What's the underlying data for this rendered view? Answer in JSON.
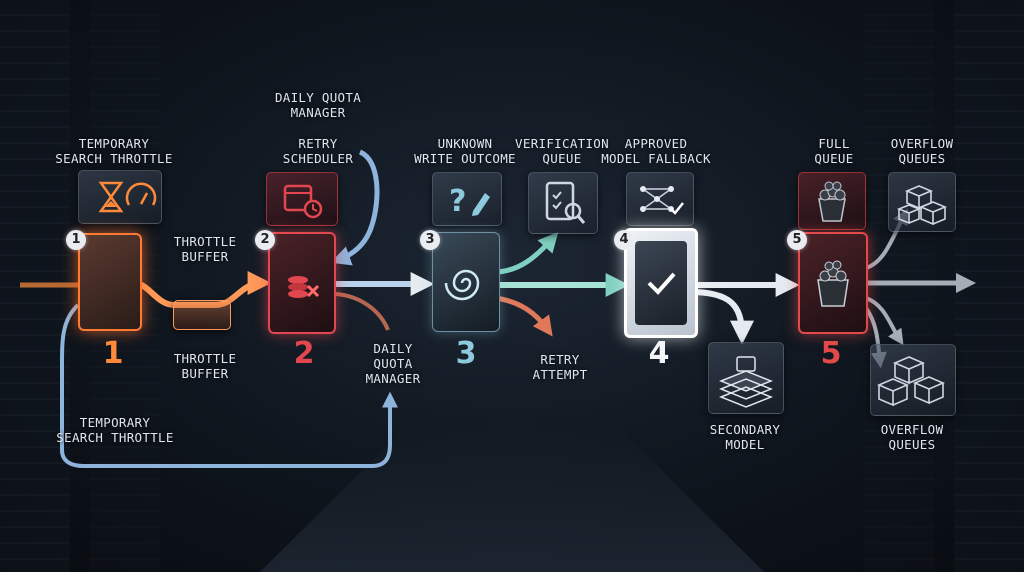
{
  "colors": {
    "stage1": "#ff7a33",
    "stage2": "#e2464e",
    "stage3": "#8ec9de",
    "stage4": "#f2f4f7",
    "stage5": "#e24a4a",
    "feedback_arrow": "#8fb4dc",
    "retry_arrow": "#e0795a",
    "verify_arrow": "#7fd0c0"
  },
  "stages": [
    {
      "badge": "1",
      "number": "1",
      "top_label": "TEMPORARY\nSEARCH THROTTLE",
      "icons": [
        "hourglass-icon",
        "speedometer-icon"
      ]
    },
    {
      "badge": "2",
      "number": "2",
      "top_label": "RETRY\nSCHEDULER",
      "icons": [
        "calendar-clock-icon",
        "coins-cancel-icon"
      ]
    },
    {
      "badge": "3",
      "number": "3",
      "top_label": "UNKNOWN\nWRITE OUTCOME",
      "icons": [
        "question-pencil-icon",
        "vortex-icon"
      ]
    },
    {
      "badge": "4",
      "number": "4",
      "top_label": "APPROVED\nMODEL FALLBACK",
      "icons": [
        "neural-network-check-icon",
        "checkmark-icon"
      ]
    },
    {
      "badge": "5",
      "number": "5",
      "top_label": "FULL\nQUEUE",
      "icons": [
        "full-bin-icon",
        "overflowing-bin-icon"
      ]
    }
  ],
  "labels": {
    "daily_quota_top": "DAILY QUOTA\nMANAGER",
    "throttle_buffer_top": "THROTTLE\nBUFFER",
    "throttle_buffer_bottom": "THROTTLE\nBUFFER",
    "daily_quota_bottom": "DAILY\nQUOTA\nMANAGER",
    "temporary_search_bottom": "TEMPORARY\nSEARCH THROTTLE",
    "verification_queue": "VERIFICATION\nQUEUE",
    "retry_attempt": "RETRY\nATTEMPT",
    "secondary_model": "SECONDARY\nMODEL",
    "overflow_queues_top": "OVERFLOW\nQUEUES",
    "overflow_queues_bottom": "OVERFLOW\nQUEUES"
  }
}
